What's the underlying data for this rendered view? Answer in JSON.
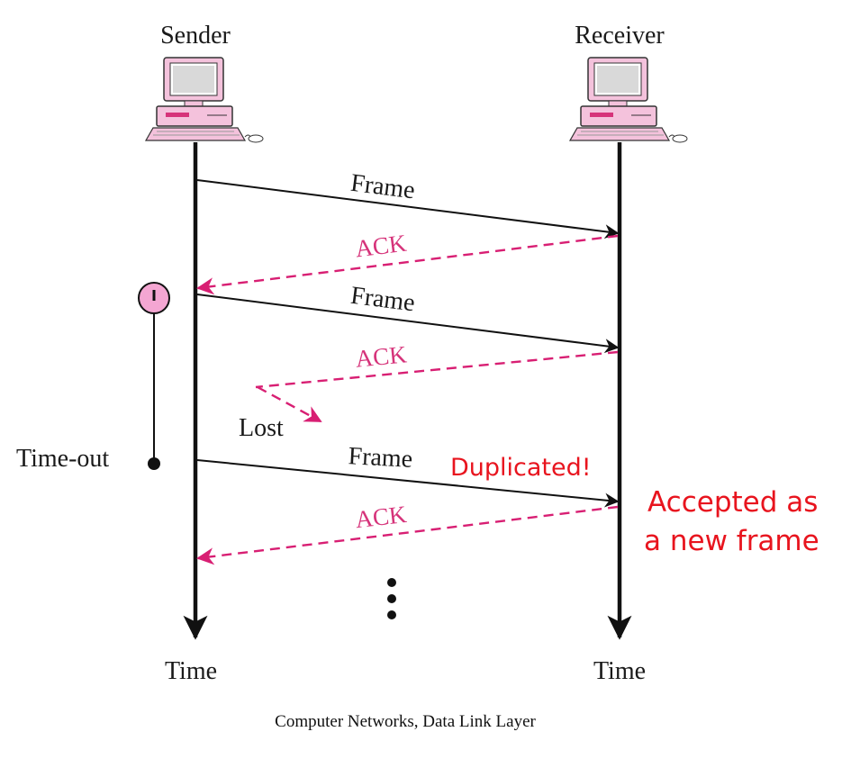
{
  "diagram": {
    "sender_label": "Sender",
    "receiver_label": "Receiver",
    "messages": [
      {
        "label": "Frame",
        "kind": "frame"
      },
      {
        "label": "ACK",
        "kind": "ack"
      },
      {
        "label": "Frame",
        "kind": "frame"
      },
      {
        "label": "ACK",
        "kind": "ack"
      },
      {
        "label": "Frame",
        "kind": "frame"
      },
      {
        "label": "ACK",
        "kind": "ack"
      }
    ],
    "lost_label": "Lost",
    "timeout_label": "Time-out",
    "duplicated_note": "Duplicated!",
    "accepted_note_line1": "Accepted as",
    "accepted_note_line2": "a new frame",
    "sender_time_label": "Time",
    "receiver_time_label": "Time",
    "caption": "Computer Networks, Data Link Layer",
    "colors": {
      "frame_arrow": "#111111",
      "ack_arrow": "#d81f73",
      "annotation_red": "#e8141e",
      "computer_pink": "#f4c2dc",
      "timer_fill": "#f4a6d2"
    },
    "icons": [
      "computer-icon",
      "timer-icon",
      "ellipsis-dots"
    ]
  }
}
